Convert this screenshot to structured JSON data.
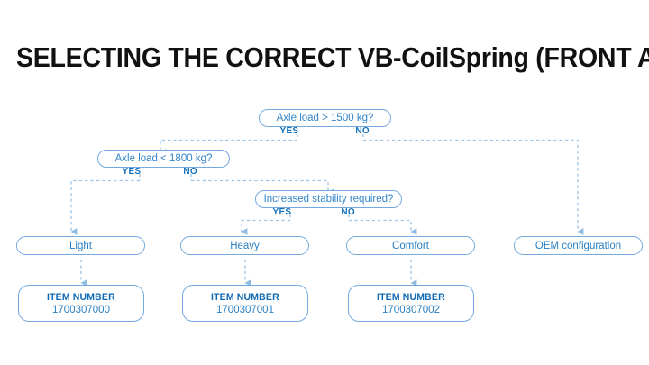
{
  "page": {
    "title": "SELECTING THE CORRECT VB-CoilSpring (FRONT AXLE)",
    "background_color": "#ffffff"
  },
  "colors": {
    "title_text": "#111111",
    "node_border": "#74a9de",
    "node_text": "#2a7fc1",
    "emphasis_blue": "#1472bd",
    "connector": "#9cc4e8",
    "arrow": "#8fbce4"
  },
  "flowchart": {
    "decisions": [
      {
        "id": "axle-load-1500",
        "label": "Axle load > 1500 kg?",
        "yes_label": "YES",
        "no_label": "NO",
        "yes_target": "axle-load-1800",
        "no_target": "oem-configuration"
      },
      {
        "id": "axle-load-1800",
        "label": "Axle load < 1800 kg?",
        "yes_label": "YES",
        "no_label": "NO",
        "yes_target": "light",
        "no_target": "increased-stability"
      },
      {
        "id": "increased-stability",
        "label": "Increased stability required?",
        "yes_label": "YES",
        "no_label": "NO",
        "yes_target": "heavy",
        "no_target": "comfort"
      }
    ],
    "results": [
      {
        "id": "light",
        "label": "Light"
      },
      {
        "id": "heavy",
        "label": "Heavy"
      },
      {
        "id": "comfort",
        "label": "Comfort"
      },
      {
        "id": "oem-configuration",
        "label": "OEM configuration"
      }
    ],
    "item_boxes": [
      {
        "id": "item-light",
        "title": "ITEM NUMBER",
        "value": "1700307000",
        "for": "light"
      },
      {
        "id": "item-heavy",
        "title": "ITEM NUMBER",
        "value": "1700307001",
        "for": "heavy"
      },
      {
        "id": "item-comfort",
        "title": "ITEM NUMBER",
        "value": "1700307002",
        "for": "comfort"
      }
    ]
  }
}
